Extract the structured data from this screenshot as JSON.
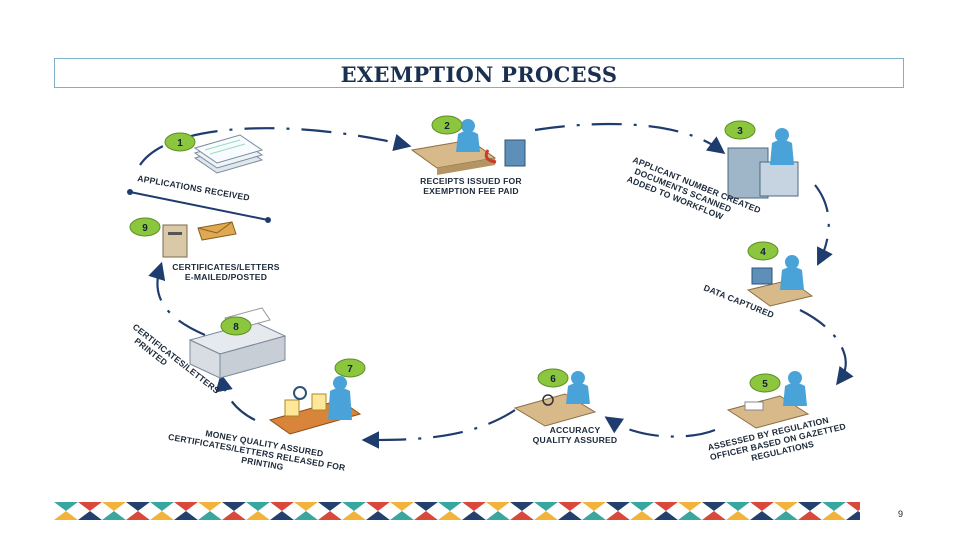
{
  "title": "EXEMPTION PROCESS",
  "page_number": "9",
  "steps": [
    {
      "number": "1",
      "label_lines": [
        "APPLICATIONS RECEIVED"
      ]
    },
    {
      "number": "2",
      "label_lines": [
        "RECEIPTS ISSUED FOR",
        "EXEMPTION FEE PAID"
      ]
    },
    {
      "number": "3",
      "label_lines": [
        "APPLICANT NUMBER CREATED",
        "DOCUMENTS SCANNED",
        "ADDED TO WORKFLOW"
      ]
    },
    {
      "number": "4",
      "label_lines": [
        "DATA CAPTURED"
      ]
    },
    {
      "number": "5",
      "label_lines": [
        "ASSESSED BY REGULATION",
        "OFFICER BASED ON GAZETTED",
        "REGULATIONS"
      ]
    },
    {
      "number": "6",
      "label_lines": [
        "ACCURACY",
        "QUALITY ASSURED"
      ]
    },
    {
      "number": "7",
      "label_lines": [
        "MONEY QUALITY ASSURED",
        "CERTIFICATES/LETTERS RELEASED FOR",
        "PRINTING"
      ]
    },
    {
      "number": "8",
      "label_lines": [
        "CERTIFICATES/LETTERS",
        "PRINTED"
      ]
    },
    {
      "number": "9",
      "label_lines": [
        "CERTIFICATES/LETTERS",
        "E-MAILED/POSTED"
      ]
    }
  ],
  "colors": {
    "badge_green": "#8cc63f",
    "figure_blue": "#4aa3d8",
    "dash_navy": "#1f3c6e",
    "banner_teal": "#3aa6a0",
    "banner_red": "#d9483b",
    "banner_yellow": "#f2b33d",
    "banner_navy": "#24406e"
  }
}
